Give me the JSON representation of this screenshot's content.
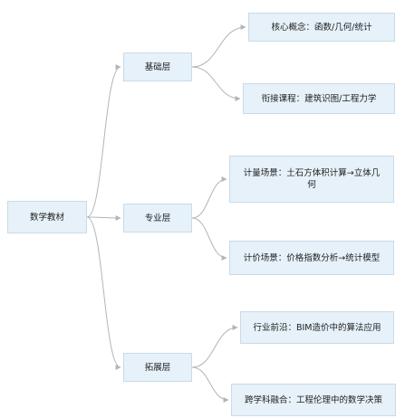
{
  "colors": {
    "node_fill": "#e6f1f9",
    "node_border": "#c9dbe8",
    "edge": "#b4b4b4"
  },
  "root": {
    "label": "数学教材"
  },
  "branches": [
    {
      "label": "基础层",
      "leaves": [
        "核心概念：函数/几何/统计",
        "衔接课程：建筑识图/工程力学"
      ]
    },
    {
      "label": "专业层",
      "leaves": [
        "计量场景：土石方体积计算→立体几何",
        "计价场景：价格指数分析→统计模型"
      ]
    },
    {
      "label": "拓展层",
      "leaves": [
        "行业前沿：BIM造价中的算法应用",
        "跨学科融合：工程伦理中的数学决策"
      ]
    }
  ]
}
